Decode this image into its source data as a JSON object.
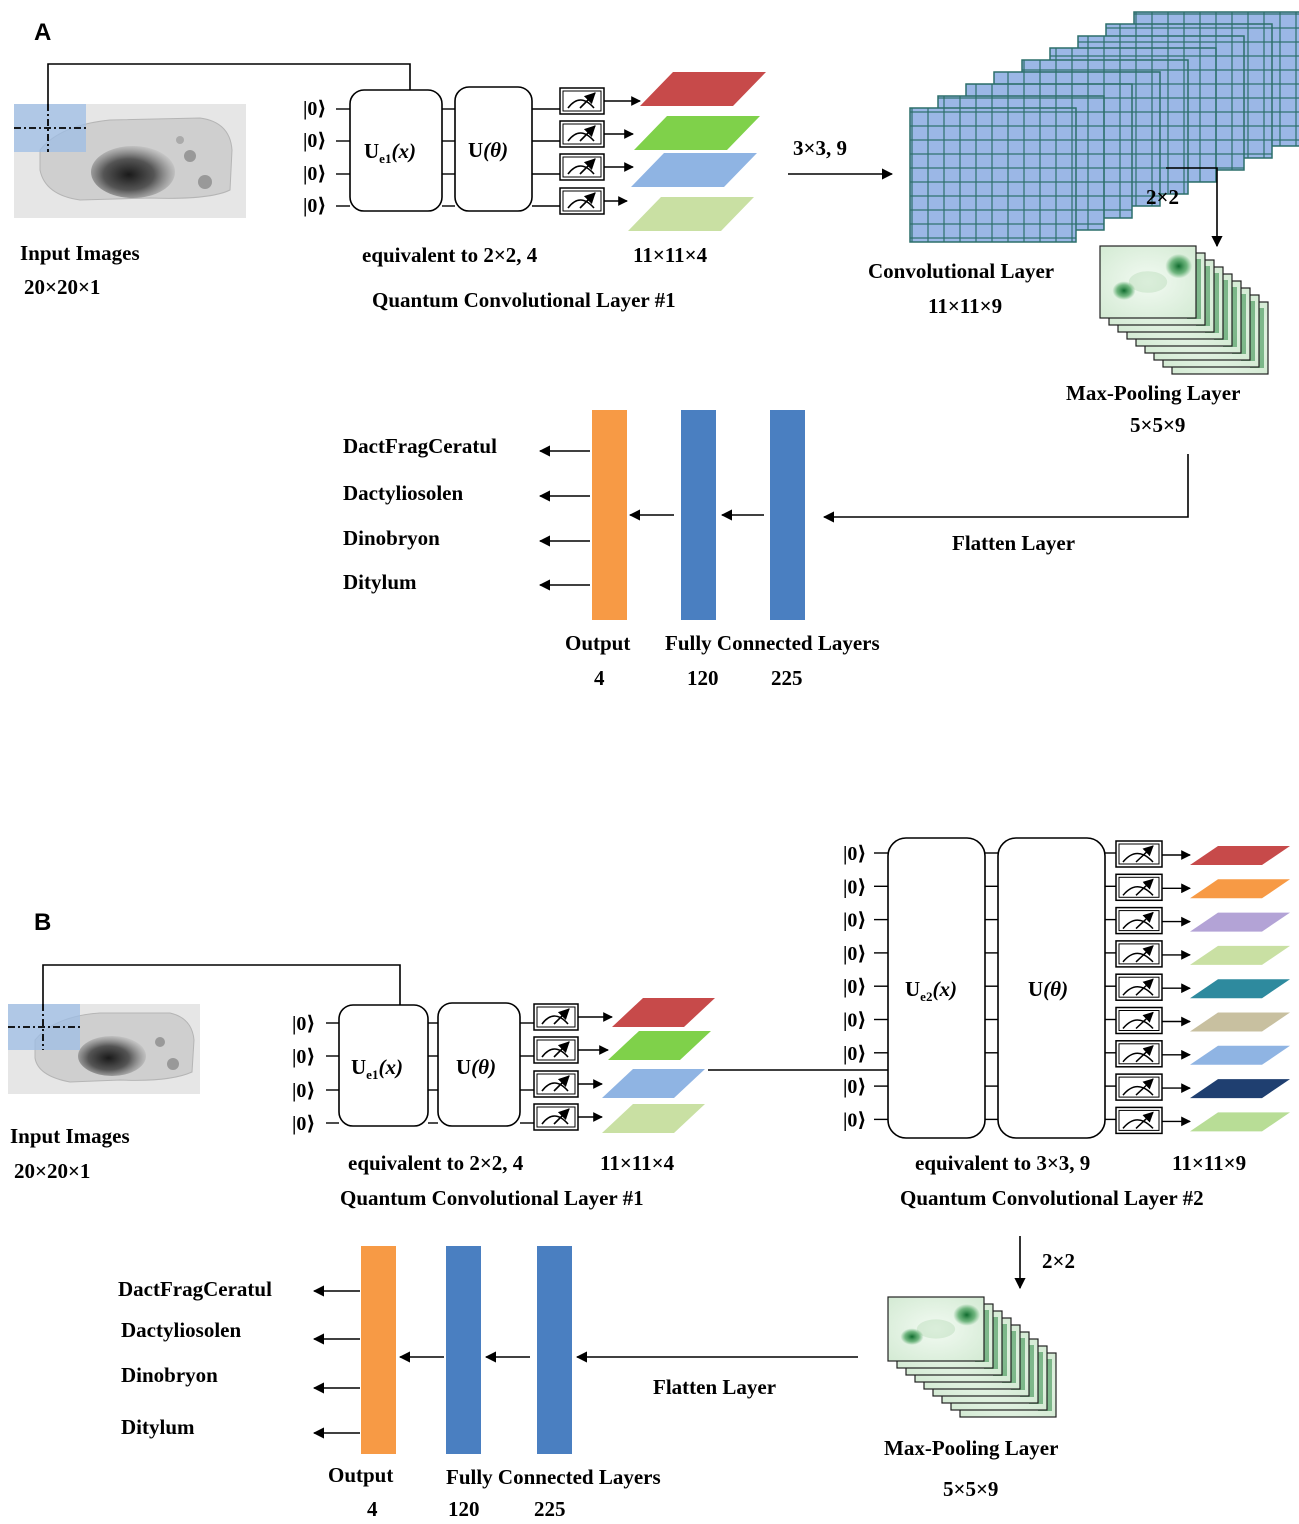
{
  "panel_a": {
    "letter": "A",
    "input": {
      "title": "Input Images",
      "dims": "20×20×1"
    },
    "qcl1": {
      "kets": [
        "|0⟩",
        "|0⟩",
        "|0⟩",
        "|0⟩"
      ],
      "encoder_main": "U",
      "encoder_sub": "e1",
      "encoder_arg": "(x)",
      "ansatz_main": "U",
      "ansatz_arg": "(θ)",
      "equivalent": "equivalent to 2×2, 4",
      "output_dims": "11×11×4",
      "title": "Quantum Convolutional Layer #1",
      "feature_colors": [
        "#c74a4a",
        "#7fd14a",
        "#8fb4e3",
        "#c9e0a3"
      ]
    },
    "conv": {
      "kernel": "3×3, 9",
      "title": "Convolutional Layer",
      "dims": "11×11×9",
      "cell_color": "#9bb7e6"
    },
    "pool": {
      "size": "2×2",
      "title": "Max-Pooling Layer",
      "dims": "5×5×9"
    },
    "flatten": "Flatten Layer",
    "fc": {
      "title": "Fully Connected Layers",
      "n1": "120",
      "n2": "225",
      "color": "#4a7fc1"
    },
    "output": {
      "title": "Output",
      "n": "4",
      "color": "#f79a45"
    },
    "classes": [
      "DactFragCeratul",
      "Dactyliosolen",
      "Dinobryon",
      "Ditylum"
    ]
  },
  "panel_b": {
    "letter": "B",
    "input": {
      "title": "Input Images",
      "dims": "20×20×1"
    },
    "qcl1": {
      "kets": [
        "|0⟩",
        "|0⟩",
        "|0⟩",
        "|0⟩"
      ],
      "encoder_main": "U",
      "encoder_sub": "e1",
      "encoder_arg": "(x)",
      "ansatz_main": "U",
      "ansatz_arg": "(θ)",
      "equivalent": "equivalent to 2×2, 4",
      "output_dims": "11×11×4",
      "title": "Quantum Convolutional Layer #1",
      "feature_colors": [
        "#c74a4a",
        "#7fd14a",
        "#8fb4e3",
        "#c9e0a3"
      ]
    },
    "qcl2": {
      "kets": [
        "|0⟩",
        "|0⟩",
        "|0⟩",
        "|0⟩",
        "|0⟩",
        "|0⟩",
        "|0⟩",
        "|0⟩",
        "|0⟩"
      ],
      "encoder_main": "U",
      "encoder_sub": "e2",
      "encoder_arg": "(x)",
      "ansatz_main": "U",
      "ansatz_arg": "(θ)",
      "equivalent": "equivalent to 3×3, 9",
      "output_dims": "11×11×9",
      "title": "Quantum Convolutional Layer #2",
      "feature_colors": [
        "#c74a4a",
        "#f79a45",
        "#b3a3d6",
        "#c9e0a3",
        "#2e8a9e",
        "#c8c0a0",
        "#8fb4e3",
        "#1f3f70",
        "#b8dd96"
      ]
    },
    "pool": {
      "size": "2×2",
      "title": "Max-Pooling Layer",
      "dims": "5×5×9"
    },
    "flatten": "Flatten Layer",
    "fc": {
      "title": "Fully Connected Layers",
      "n1": "120",
      "n2": "225",
      "color": "#4a7fc1"
    },
    "output": {
      "title": "Output",
      "n": "4",
      "color": "#f79a45"
    },
    "classes": [
      "DactFragCeratul",
      "Dactyliosolen",
      "Dinobryon",
      "Ditylum"
    ]
  }
}
